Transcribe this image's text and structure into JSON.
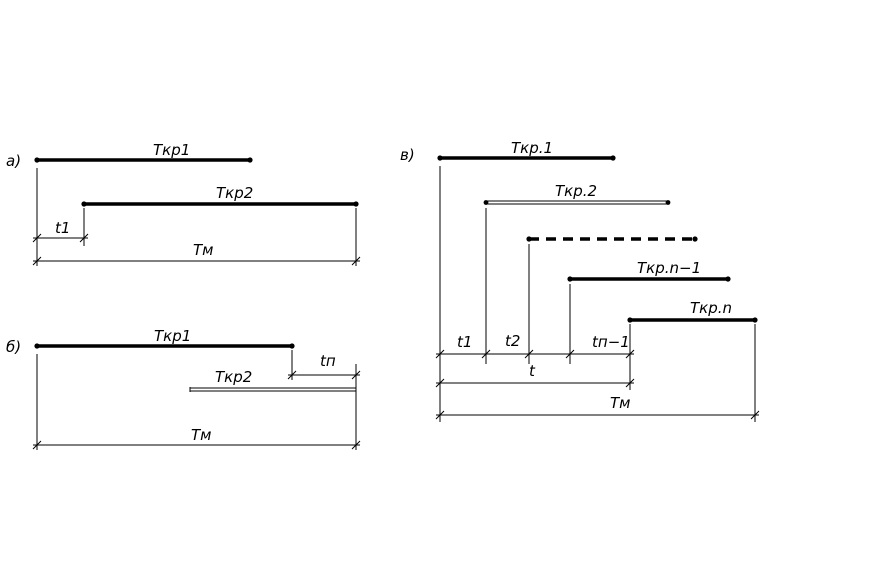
{
  "panels": {
    "a": {
      "label": "а)",
      "bar1": "Ткр1",
      "bar2": "Ткр2",
      "dim_shift": "t1",
      "dim_total": "Тм"
    },
    "b": {
      "label": "б)",
      "bar1": "Ткр1",
      "bar2": "Ткр2",
      "dim_shift": "tп",
      "dim_total": "Тм"
    },
    "v": {
      "label": "в)",
      "bar1": "Ткр.1",
      "bar2": "Ткр.2",
      "bar_n1": "Ткр.n−1",
      "bar_n": "Ткр.n",
      "dim_t1": "t1",
      "dim_t2": "t2",
      "dim_tn1": "tп−1",
      "dim_t": "t",
      "dim_total": "Тм"
    }
  }
}
